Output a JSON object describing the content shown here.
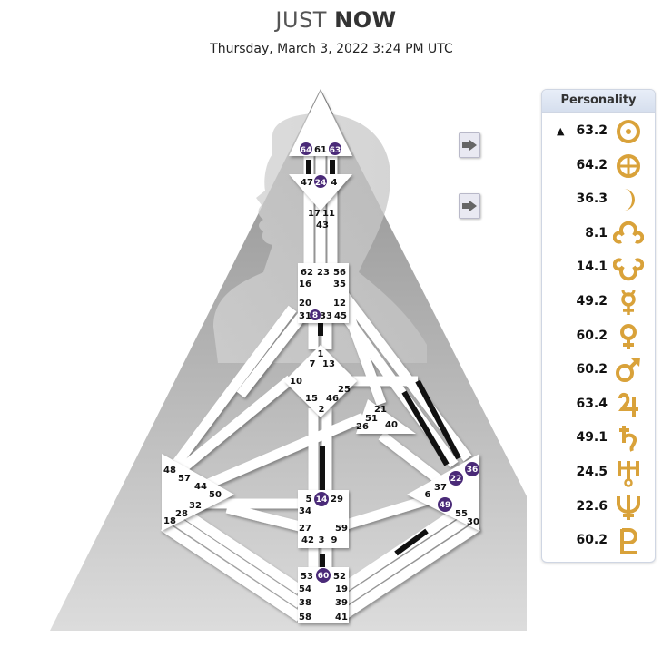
{
  "header": {
    "title_light": "JUST",
    "title_bold": "NOW",
    "datetime": "Thursday, March 3, 2022 3:24 PM UTC"
  },
  "colors": {
    "activation": "#4a2a78",
    "glyph_gold": "#d9a23a",
    "channel_black": "#111111",
    "background_gray": "#b9b9b9"
  },
  "gates": {
    "g64": "64",
    "g61": "61",
    "g63": "63",
    "g47": "47",
    "g24": "24",
    "g4": "4",
    "g17": "17",
    "g11": "11",
    "g43": "43",
    "g62": "62",
    "g23": "23",
    "g56": "56",
    "g16": "16",
    "g35": "35",
    "g20": "20",
    "g12": "12",
    "g31": "31",
    "g8": "8",
    "g33": "33",
    "g45": "45",
    "g1": "1",
    "g7": "7",
    "g13": "13",
    "g10": "10",
    "g25": "25",
    "g15": "15",
    "g46": "46",
    "g2": "2",
    "g21": "21",
    "g51": "51",
    "g26": "26",
    "g40": "40",
    "g48": "48",
    "g57": "57",
    "g44": "44",
    "g50": "50",
    "g32": "32",
    "g28": "28",
    "g18": "18",
    "g5": "5",
    "g14": "14",
    "g29": "29",
    "g34": "34",
    "g27": "27",
    "g59": "59",
    "g42": "42",
    "g3": "3",
    "g9": "9",
    "g36": "36",
    "g22": "22",
    "g37": "37",
    "g6": "6",
    "g49": "49",
    "g55": "55",
    "g30": "30",
    "g53": "53",
    "g60": "60",
    "g52": "52",
    "g54": "54",
    "g19": "19",
    "g38": "38",
    "g39": "39",
    "g58": "58",
    "g41": "41"
  },
  "buttons": {
    "arrow1": "arrow-right-icon",
    "arrow2": "arrow-right-icon"
  },
  "personality": {
    "header": "Personality",
    "marker": "▲",
    "rows": [
      {
        "value": "63.2",
        "planet": "sun"
      },
      {
        "value": "64.2",
        "planet": "earth"
      },
      {
        "value": "36.3",
        "planet": "moon"
      },
      {
        "value": "8.1",
        "planet": "north-node"
      },
      {
        "value": "14.1",
        "planet": "south-node"
      },
      {
        "value": "49.2",
        "planet": "mercury"
      },
      {
        "value": "60.2",
        "planet": "venus"
      },
      {
        "value": "60.2",
        "planet": "mars"
      },
      {
        "value": "63.4",
        "planet": "jupiter"
      },
      {
        "value": "49.1",
        "planet": "saturn"
      },
      {
        "value": "24.5",
        "planet": "uranus"
      },
      {
        "value": "22.6",
        "planet": "neptune"
      },
      {
        "value": "60.2",
        "planet": "pluto"
      }
    ]
  }
}
